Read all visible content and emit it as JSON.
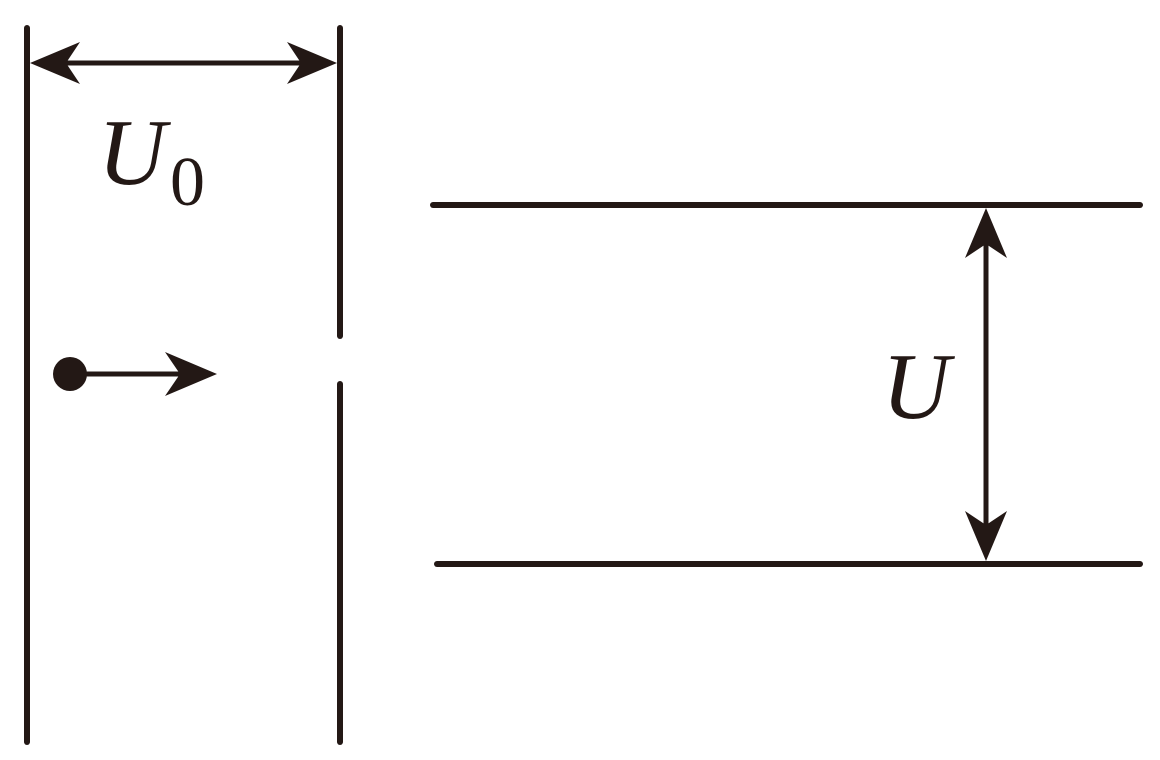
{
  "labels": {
    "accelerating_voltage": "U",
    "accelerating_voltage_subscript": "0",
    "deflecting_voltage": "U"
  },
  "colors": {
    "stroke": "#231815",
    "background": "#ffffff"
  }
}
